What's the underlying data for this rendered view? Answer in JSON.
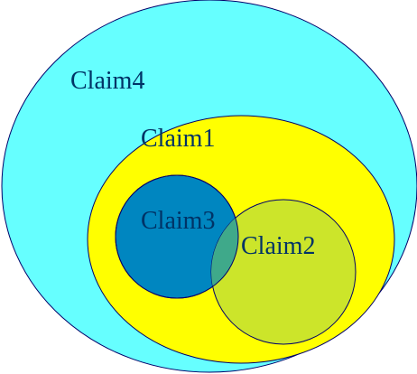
{
  "diagram": {
    "type": "venn",
    "sets": [
      {
        "id": "claim4",
        "label": "Claim4",
        "fill": "#66ffff",
        "stroke": "#00006a",
        "text_color": "#003366"
      },
      {
        "id": "claim1",
        "label": "Claim1",
        "fill": "#ffff00",
        "stroke": "#00006a",
        "text_color": "#003366"
      },
      {
        "id": "claim3",
        "label": "Claim3",
        "fill": "#0086c0",
        "stroke": "#00006a",
        "text_color": "#003366"
      },
      {
        "id": "claim2",
        "label": "Claim2",
        "fill": "#cce52a",
        "stroke": "#00006a",
        "text_color": "#003366"
      }
    ],
    "relations": [
      {
        "type": "contains",
        "outer": "Claim4",
        "inner": "Claim1"
      },
      {
        "type": "contains",
        "outer": "Claim1",
        "inner": "Claim3"
      },
      {
        "type": "contains",
        "outer": "Claim1",
        "inner": "Claim2"
      },
      {
        "type": "overlaps",
        "a": "Claim3",
        "b": "Claim2"
      }
    ],
    "overlap_color": "#3fa98a"
  }
}
